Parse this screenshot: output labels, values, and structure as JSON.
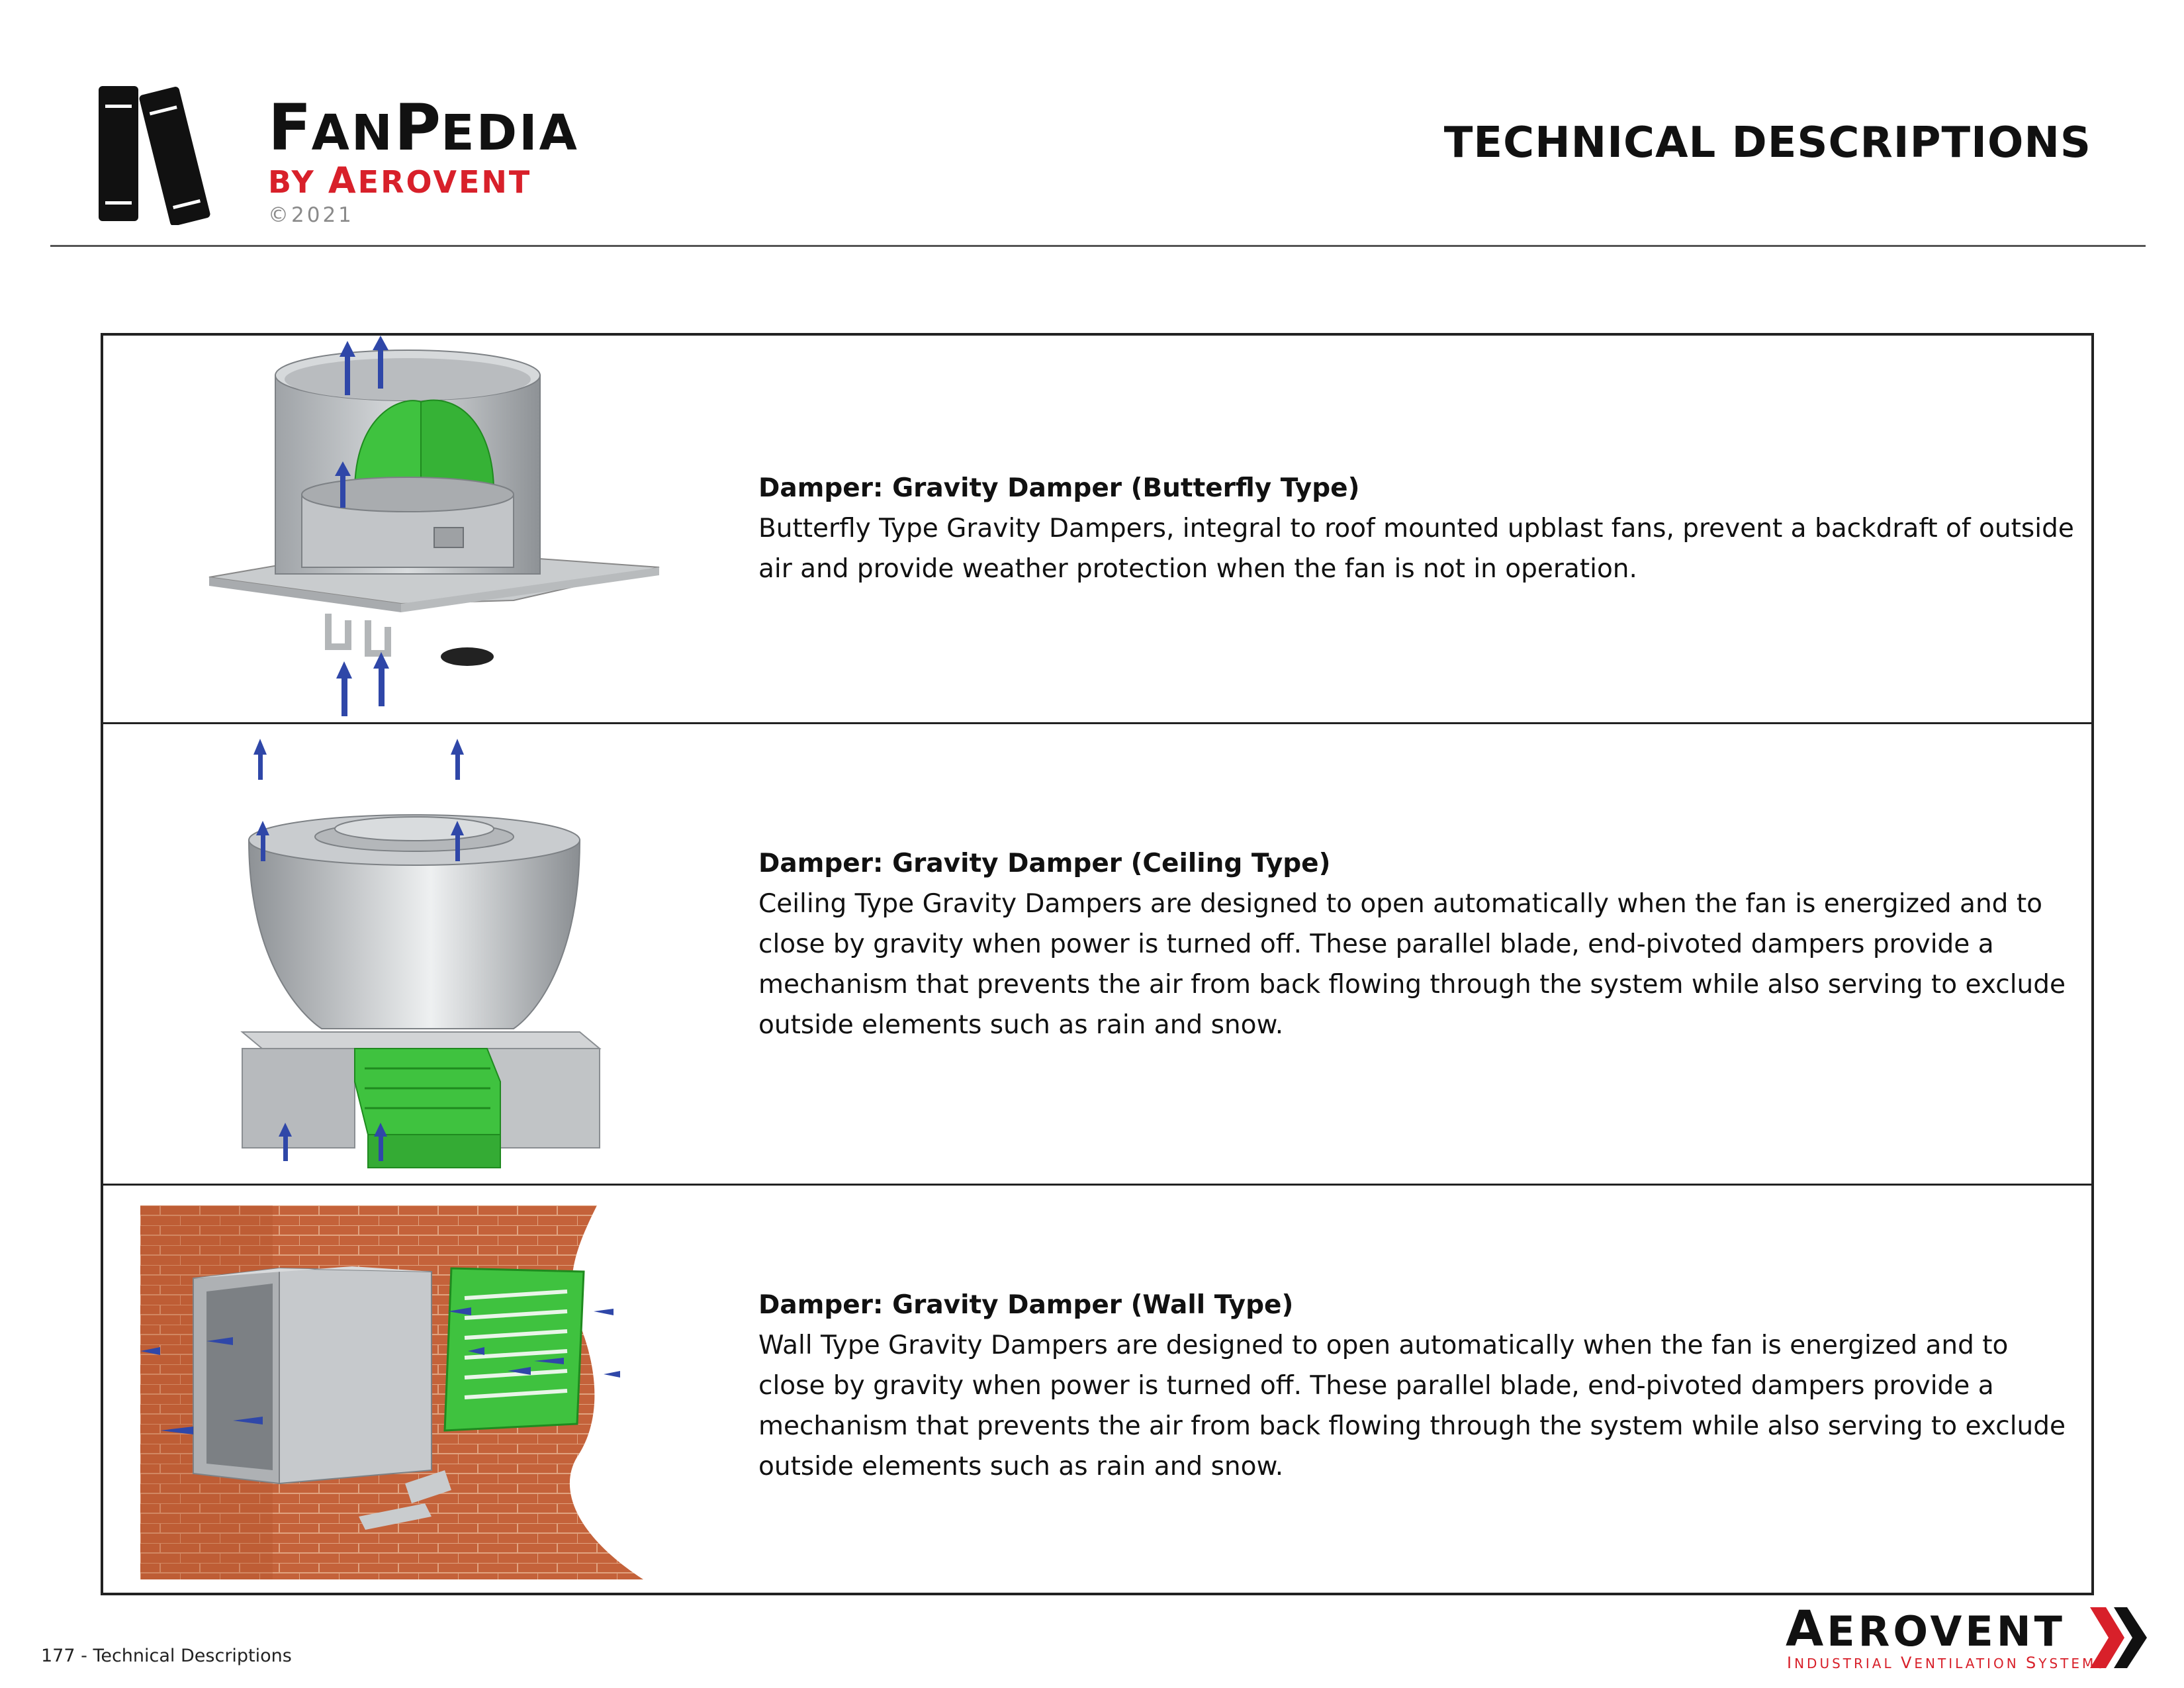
{
  "header": {
    "brand_fan": "Fan",
    "brand_pedia": "Pedia",
    "brand_by": "by Aerovent",
    "copyright": "©2021",
    "section_title": "TECHNICAL DESCRIPTIONS"
  },
  "items": [
    {
      "title": "Damper: Gravity Damper (Butterfly Type)",
      "body": "Butterfly Type Gravity Dampers, integral to roof mounted upblast fans, prevent a backdraft of outside air and provide weather protection when the fan is not in operation.",
      "illustration": "butterfly-damper-roof-fan"
    },
    {
      "title": "Damper: Gravity Damper (Ceiling Type)",
      "body": "Ceiling Type Gravity Dampers are designed to open automatically when the fan is energized and to close by gravity when power is turned off. These parallel blade, end-pivoted dampers provide a mechanism that prevents the air from back flowing through the system while also serving to exclude outside elements such as rain and snow.",
      "illustration": "ceiling-damper-upblast-fan"
    },
    {
      "title": "Damper: Gravity Damper (Wall Type)",
      "body": "Wall Type Gravity Dampers are designed to open automatically when the fan is energized and to close by gravity when power is turned off. These parallel blade, end-pivoted dampers provide a mechanism that prevents the air from back flowing through the system while also serving to exclude outside elements such as rain and snow.",
      "illustration": "wall-damper-brick-wall-fan"
    }
  ],
  "footer": {
    "page_label": "177 - Technical Descriptions",
    "brand": "Aerovent",
    "tagline": "Industrial Ventilation Systems"
  },
  "colors": {
    "brand_red": "#d8202a",
    "damper_green": "#3fc23f",
    "arrow_blue": "#2f47a8",
    "brick": "#c4623a"
  }
}
